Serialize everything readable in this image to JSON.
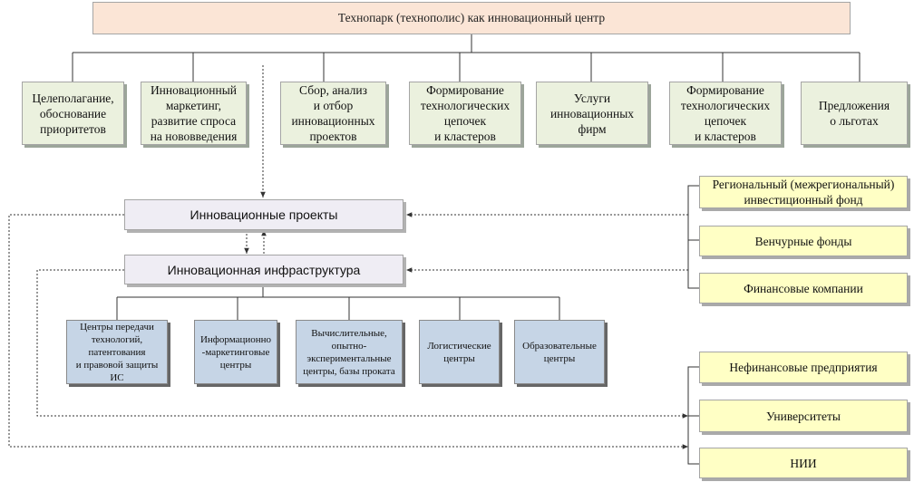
{
  "title": "Технопарк (технополис) как инновационный центр",
  "functions": [
    "Целеполагание,\nобоснование\nприоритетов",
    "Инновационный\nмаркетинг,\nразвитие спроса\nна нововведения",
    "Сбор, анализ\nи отбор\nинновационных\nпроектов",
    "Формирование\nтехнологических\nцепочек\nи кластеров",
    "Услуги\nинновационных\nфирм",
    "Формирование\nтехнологических\nцепочек\nи кластеров",
    "Предложения\nо льготах"
  ],
  "projects": "Инновационные проекты",
  "infrastructure": "Инновационная инфраструктура",
  "centers": [
    "Центры передачи\nтехнологий,\nпатентования\nи правовой защиты\nИС",
    "Информационно\n-маркетинговые\nцентры",
    "Вычислительные,\nопытно-\nэкспериментальные\nцентры, базы проката",
    "Логистические\nцентры",
    "Образовательные\nцентры"
  ],
  "finance": [
    "Региональный (межрегиональный)\nинвестиционный фонд",
    "Венчурные фонды",
    "Финансовые компании"
  ],
  "partners": [
    "Нефинансовые предприятия",
    "Университеты",
    "НИИ"
  ],
  "colors": {
    "title_fill": "#fbe5d6",
    "function_fill": "#ebf1de",
    "project_fill": "#efedf4",
    "center_fill": "#c6d5e6",
    "finance_fill": "#ffffc5"
  }
}
